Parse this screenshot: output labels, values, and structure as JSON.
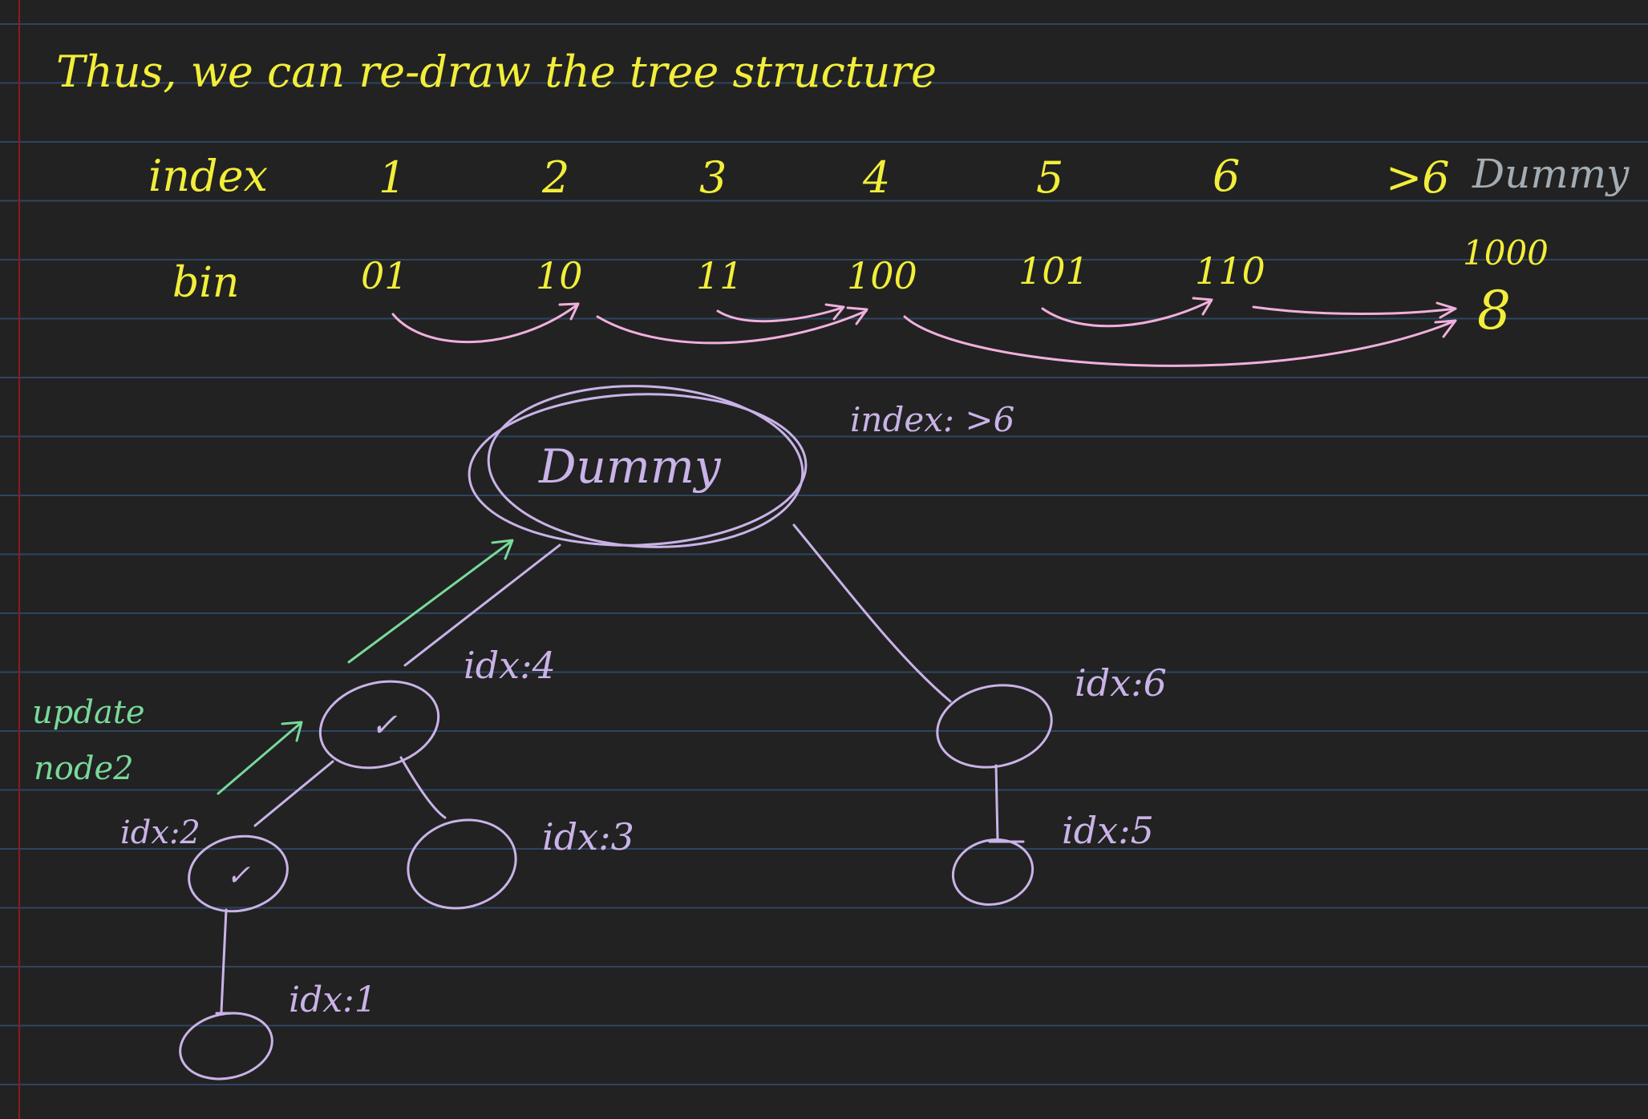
{
  "heading": "Thus, we can re-draw the tree structure",
  "table": {
    "index_label": "index",
    "bin_label": "bin",
    "indices": [
      "1",
      "2",
      "3",
      "4",
      "5",
      "6",
      ">6"
    ],
    "dummy_tag": "Dummy",
    "bins": [
      "01",
      "10",
      "11",
      "100",
      "101",
      "110",
      "1000"
    ],
    "dummy_value": "8"
  },
  "tree": {
    "root_label": "Dummy",
    "root_index_note": "index: >6",
    "node_labels": [
      "idx:4",
      "idx:2",
      "idx:1",
      "idx:3",
      "idx:6",
      "idx:5"
    ],
    "check_mark": "✓",
    "update_note": [
      "update",
      "node2"
    ]
  },
  "colors": {
    "background": "#222222",
    "ruled_line": "#2e4560",
    "margin_line": "#8a1c1c",
    "heading_text": "#f2ee3a",
    "dummy_tag": "#a3acb3",
    "tree_lines": "#c9b3e8",
    "update_arrows": "#79d99a",
    "bin_arrows": "#f0b0dc"
  }
}
